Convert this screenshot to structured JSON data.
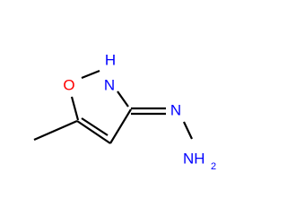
{
  "molecule": {
    "atoms": {
      "oxygen": {
        "symbol": "O",
        "color": "#ff0000"
      },
      "ring_nitrogen": {
        "symbol": "N",
        "hydrogen": "H",
        "color": "#0000ff"
      },
      "imine_nitrogen": {
        "symbol": "N",
        "color": "#0000ff"
      },
      "amine_nitrogen": {
        "symbol": "NH",
        "subscript": "2",
        "color": "#0000ff"
      }
    },
    "bond_color": "#000000"
  }
}
